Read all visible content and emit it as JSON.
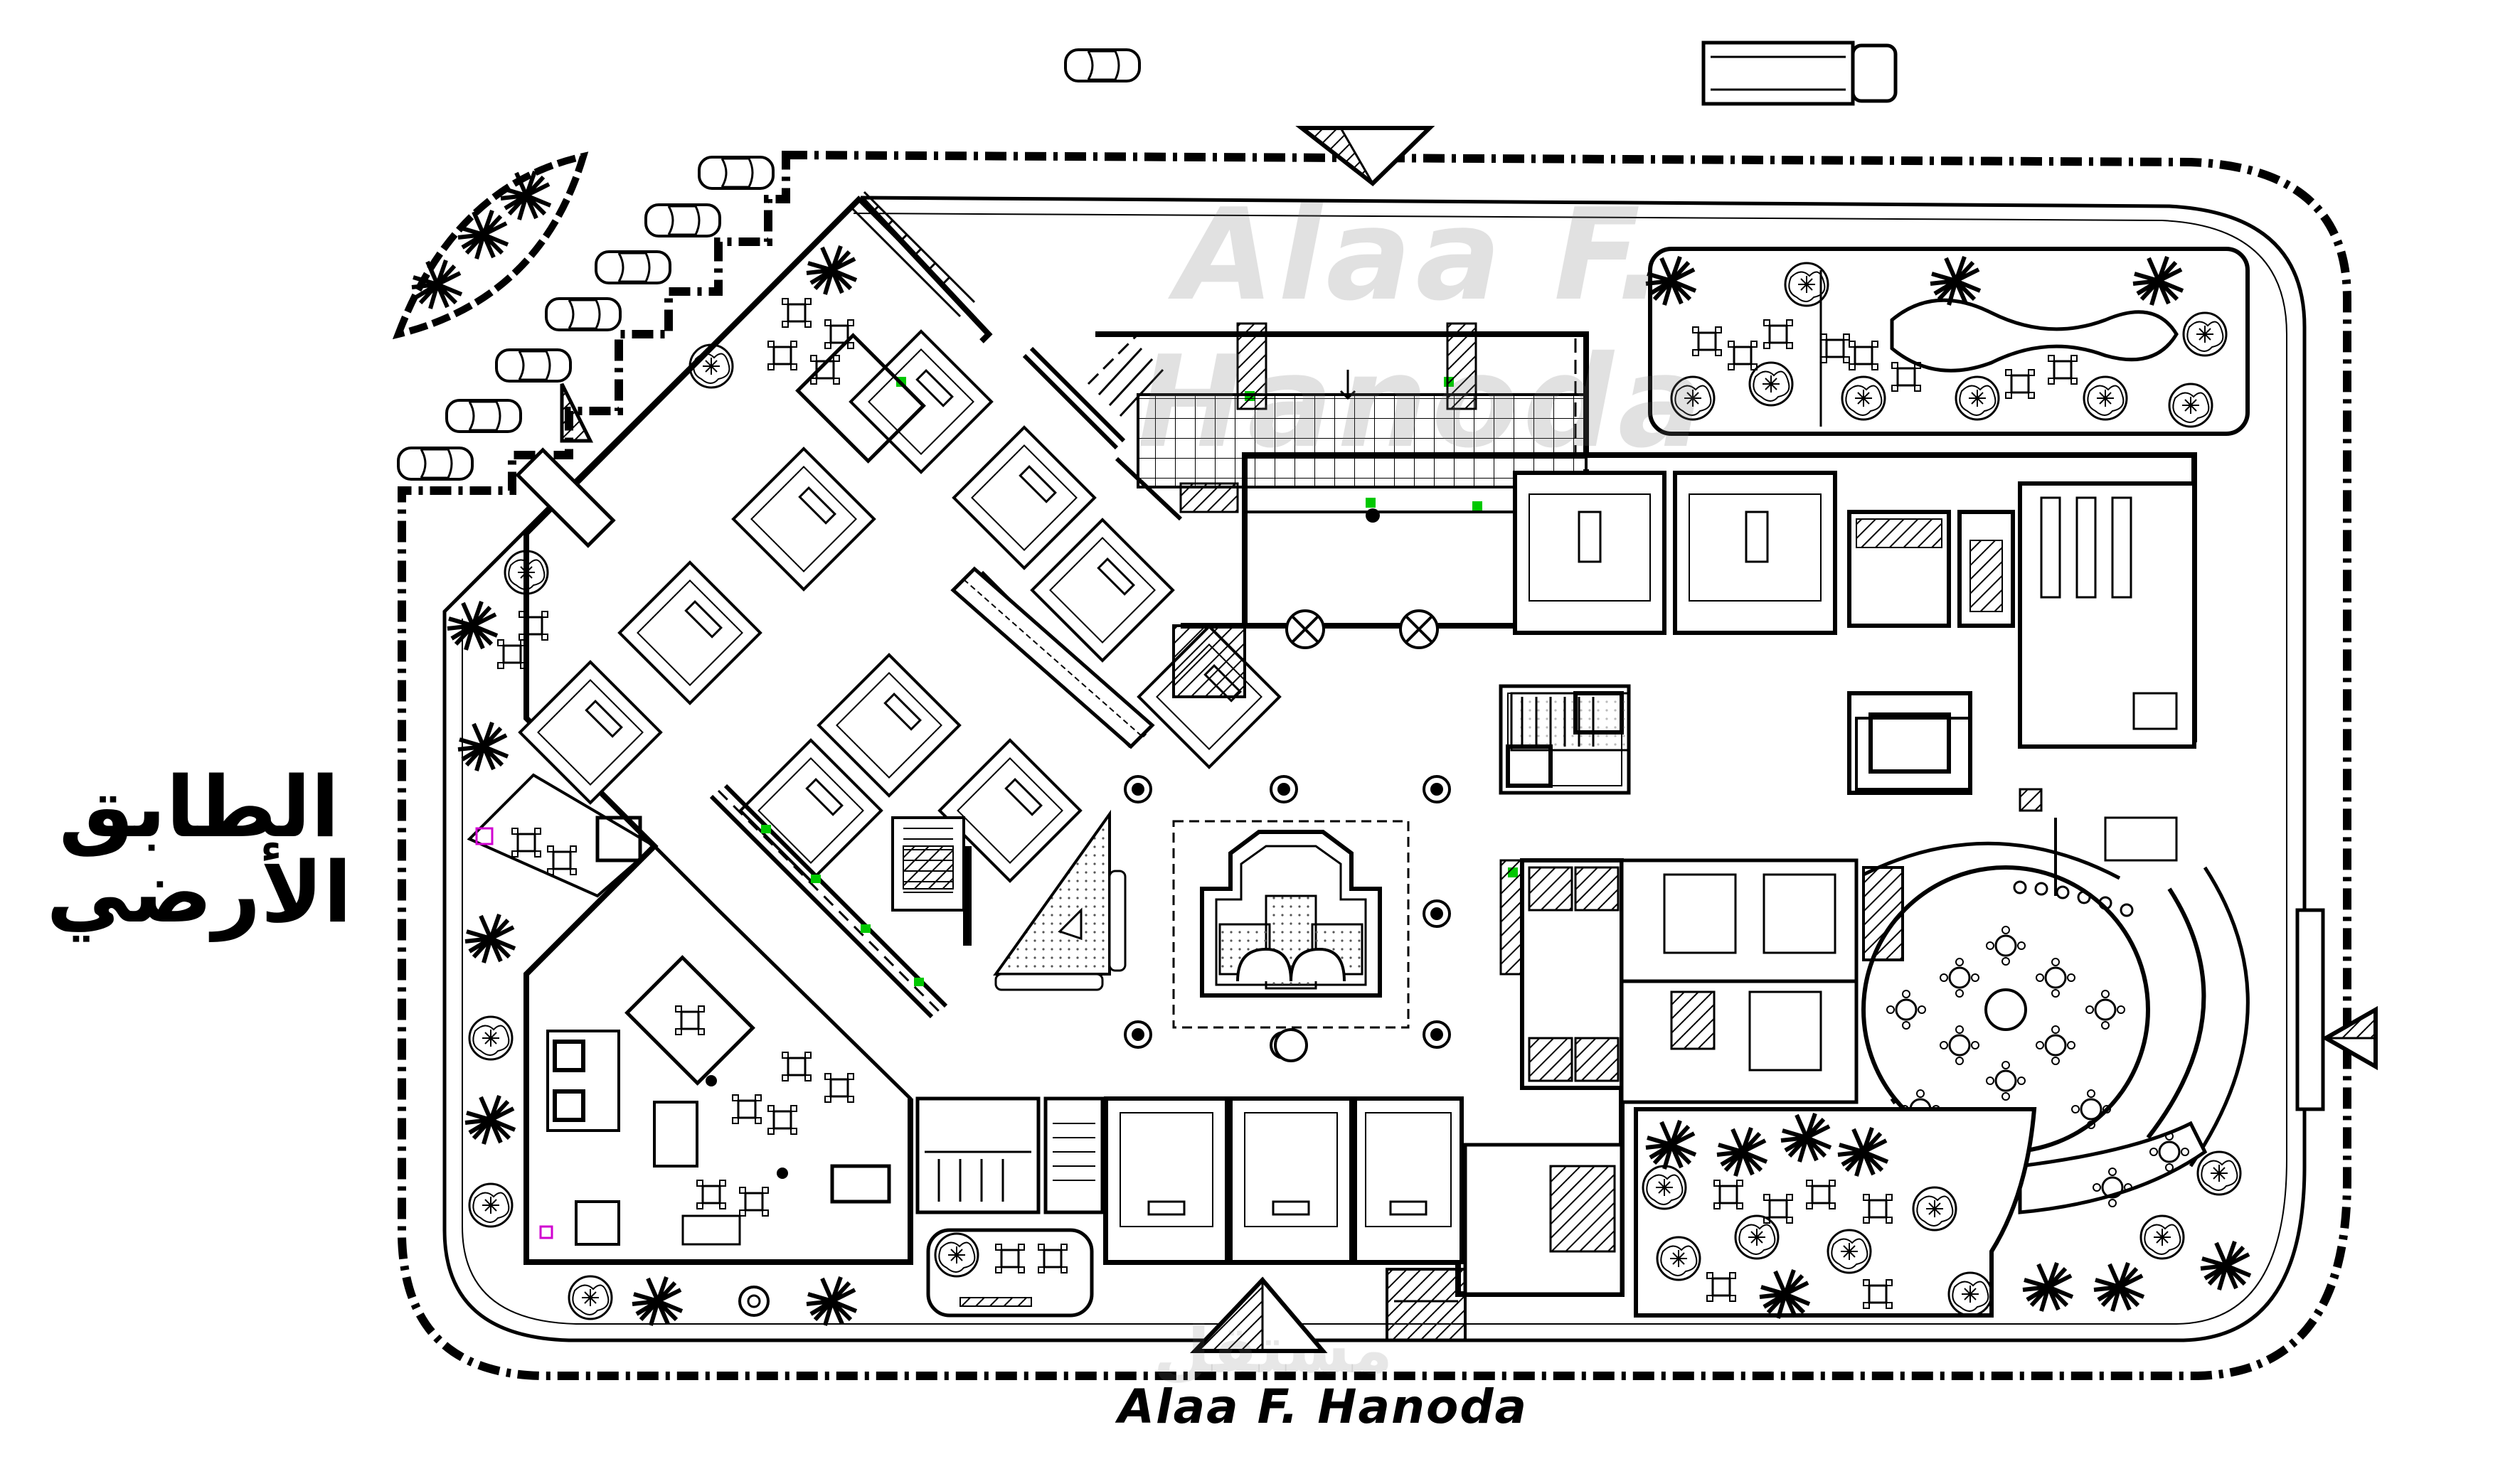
{
  "drawing": {
    "title_line1": "الطابق",
    "title_line2": "الأرضي",
    "credit": "Alaa F. Hanoda",
    "watermark": "Alaa F. Hanoda",
    "mostaql": "مستقل"
  },
  "colors": {
    "line": "#000000",
    "accent_green": "#00c800",
    "accent_magenta": "#d000d0",
    "watermark_gray": "#9a9a9a"
  },
  "icons": [
    "car-icon",
    "truck-icon",
    "palm-tree-icon",
    "shrub-icon",
    "entrance-arrow-icon",
    "elevator-icon",
    "stair-icon",
    "table-icon"
  ]
}
